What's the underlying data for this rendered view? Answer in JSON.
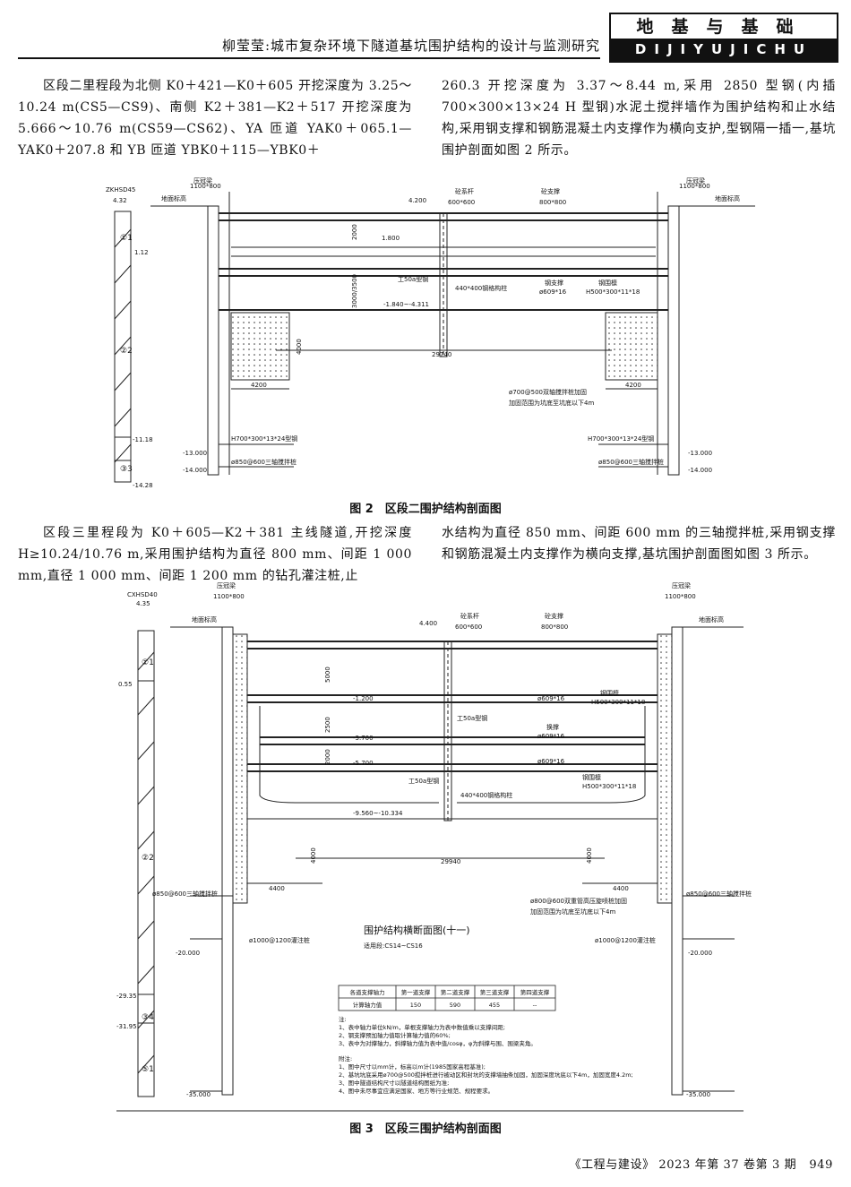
{
  "header": {
    "running_title": "柳莹莹:城市复杂环境下隧道基坑围护结构的设计与监测研究",
    "journal_cn": "地基与基础",
    "journal_en": "DIJIYUJICHU"
  },
  "paragraphs": {
    "p1_left": "区段二里程段为北侧 K0＋421—K0＋605 开挖深度为 3.25～10.24 m(CS5—CS9)、南侧 K2＋381—K2＋517 开挖深度为 5.666～10.76 m(CS59—CS62)、YA 匝道 YAK0＋065.1—YAK0＋207.8 和 YB 匝道 YBK0＋115—YBK0＋",
    "p1_right": "260.3 开挖深度为 3.37～8.44 m,采用 2850 型钢(内插 700×300×13×24 H 型钢)水泥土搅拌墙作为围护结构和止水结构,采用钢支撑和钢筋混凝土内支撑作为横向支护,型钢隔一插一,基坑围护剖面如图 2 所示。",
    "p2_left": "区段三里程段为 K0＋605—K2＋381 主线隧道,开挖深度 H≥10.24/10.76 m,采用围护结构为直径 800 mm、间距 1 000 mm,直径 1 000 mm、间距 1 200 mm 的钻孔灌注桩,止",
    "p2_right": "水结构为直径 850 mm、间距 600 mm 的三轴搅拌桩,采用钢支撑和钢筋混凝土内支撑作为横向支撑,基坑围护剖面图如图 3 所示。"
  },
  "figure2": {
    "caption": "图 2　区段二围护结构剖面图",
    "labels": {
      "borehole": "ZKHSD45",
      "ground_elev": "4.32",
      "layer1": "①1",
      "layer2": "②2",
      "layer3": "③3",
      "d1": "1.12",
      "d2": "-11.18",
      "d3": "-14.28",
      "cap_left": "压冠梁",
      "cap_size_left": "1100*800",
      "cap_right": "压冠梁",
      "cap_size_right": "1100*800",
      "ground_label_left": "地面标高",
      "ground_label_right": "地面标高",
      "top_elev": "4.200",
      "col_top": "砼系杆",
      "col_top_size": "600*600",
      "strut1": "砼支撑",
      "strut1_size": "800*800",
      "dim_2000": "2000",
      "elev_1800": "1.800",
      "dim_3000": "3000/3500",
      "i_beam": "工50a型钢",
      "col": "440*400钢格构柱",
      "strut2": "钢支撑",
      "strut2_size": "ø609*16",
      "waler": "钢围檩",
      "waler_size": "H500*300*11*18",
      "exc_bottom": "-1.840~-4.311",
      "dim_4000": "4000",
      "width": "29740",
      "dim_4200_l": "4200",
      "dim_4200_r": "4200",
      "jet_note1": "ø700@500双轴搅拌桩加固",
      "jet_note2": "加固范围为坑底至坑底以下4m",
      "hbeam_l": "H700*300*13*24型钢",
      "hbeam_r": "H700*300*13*24型钢",
      "e13_l": "-13.000",
      "e13_r": "-13.000",
      "mix_l": "ø850@600三轴搅拌桩",
      "mix_r": "ø850@600三轴搅拌桩",
      "e14_l": "-14.000",
      "e14_r": "-14.000"
    }
  },
  "figure3": {
    "caption": "图 3　区段三围护结构剖面图",
    "labels": {
      "borehole": "CXHSD40",
      "ground_elev": "4.35",
      "layer1": "①1",
      "layer2": "②2",
      "layer4": "③4",
      "layer5": "⑤1",
      "d1": "0.55",
      "d2": "-29.35",
      "d3": "-31.95",
      "cap_left": "压冠梁",
      "cap_size_left": "1100*800",
      "cap_right": "压冠梁",
      "cap_size_right": "1100*800",
      "ground_label_left": "地面标高",
      "ground_label_right": "地面标高",
      "top_elev": "4.400",
      "col_top": "砼系杆",
      "col_top_size": "600*600",
      "strut1": "砼支撑",
      "strut1_size": "800*800",
      "dim_5000": "5000",
      "elev_1200": "-1.200",
      "strut2_size": "ø609*16",
      "waler2": "钢围檩",
      "waler2_size": "H500*300*11*18",
      "i_beam1": "工50a型钢",
      "dim_2500": "2500",
      "elev_3700": "-3.700",
      "strut3": "换撑",
      "strut3_size": "ø609*16",
      "dim_2000": "2000",
      "elev_5700": "-5.700",
      "strut4_size": "ø609*16",
      "waler4": "钢围檩",
      "waler4_size": "H500*300*11*18",
      "i_beam2": "工50a型钢",
      "col": "440*400钢格构柱",
      "exc_bottom": "-9.560~-10.334",
      "dim_4000_l": "4000",
      "dim_4000_r": "4000",
      "width": "29940",
      "dim_4400_l": "4400",
      "dim_4400_r": "4400",
      "mix_l": "ø850@600三轴搅拌桩",
      "mix_r": "ø850@600三轴搅拌桩",
      "jet_note1": "ø800@600双重管高压旋喷桩加固",
      "jet_note2": "加固范围为坑底至坑底以下4m",
      "title": "围护结构横断面图(十一)",
      "applies": "适用段:CS14~CS16",
      "pile_l": "ø1000@1200灌注桩",
      "pile_r": "ø1000@1200灌注桩",
      "e20_l": "-20.000",
      "e20_r": "-20.000",
      "e35_l": "-35.000",
      "e35_r": "-35.000"
    },
    "table": {
      "headers": [
        "各道支撑轴力",
        "第一道支撑",
        "第二道支撑",
        "第三道支撑",
        "第四道支撑"
      ],
      "row": [
        "计算轴力值",
        "150",
        "590",
        "455",
        "--"
      ]
    },
    "notes1": [
      "注:",
      "1、表中轴力单位kN/m，单根支撑轴力为表中数值乘以支撑间距;",
      "2、钢支撑预加轴力值取计算轴力值的60%;",
      "3、表中为对撑轴力，斜撑轴力值为表中值/cosφ，φ为斜撑与围、围梁夹角。"
    ],
    "notes2": [
      "附注:",
      "1、图中尺寸以mm计，标高以m计(1985国家高程基准);",
      "2、基坑坑底采用ø700@500搅拌桩进行被动区和封坑的支撑墙抽条加固，加固深度坑底以下4m，加固宽度4.2m;",
      "3、图中隧道结构尺寸以隧道结构图纸为准;",
      "4、图中未尽事宜应满足国家、地方等行业规范、规程要求。"
    ]
  },
  "footer": {
    "journal": "《工程与建设》",
    "issue": "2023 年第 37 卷第 3 期",
    "page": "949"
  }
}
